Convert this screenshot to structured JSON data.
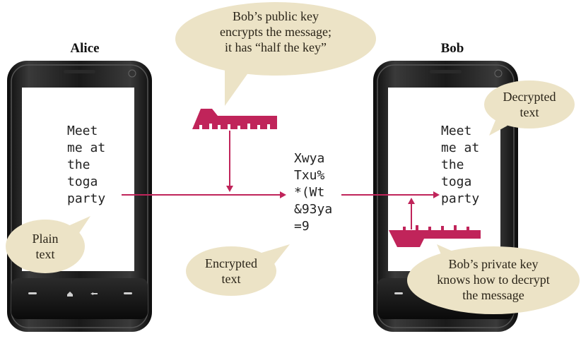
{
  "alice": {
    "name": "Alice",
    "message": "Meet\nme at\nthe\ntoga\nparty"
  },
  "bob": {
    "name": "Bob",
    "message": "Meet\nme at\nthe\ntoga\nparty"
  },
  "cipher": {
    "text": "Xwya\nTxu%\n*(Wt\n&93ya\n=9"
  },
  "bubbles": {
    "public_key": "Bob’s public key\nencrypts the message;\nit has “half the key”",
    "plain_text": "Plain\ntext",
    "encrypted_text": "Encrypted\ntext",
    "decrypted_text": "Decrypted\ntext",
    "private_key": "Bob’s private key\nknows how to decrypt\nthe message"
  },
  "colors": {
    "key": "#c0245a",
    "arrow": "#c0245a",
    "bubble": "#ece3c6",
    "phone": "#1b1b1b"
  },
  "icons": [
    "public-key-icon",
    "private-key-icon",
    "home-icon",
    "back-icon",
    "call-icon",
    "end-call-icon"
  ]
}
